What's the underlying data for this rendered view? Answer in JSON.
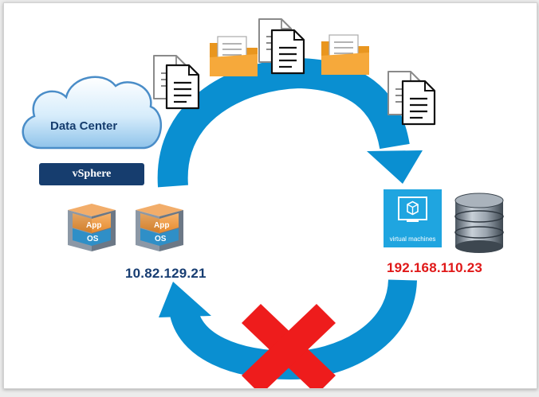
{
  "cloud": {
    "label": "Data Center"
  },
  "vsphere": {
    "label": "vSphere"
  },
  "source": {
    "ip": "10.82.129.21",
    "vm_boxes": [
      {
        "top": "App",
        "bottom": "OS"
      },
      {
        "top": "App",
        "bottom": "OS"
      }
    ]
  },
  "destination": {
    "ip": "192.168.110.23",
    "tile_label": "virtual machines"
  },
  "colors": {
    "arrow": "#0a8fd1",
    "folder": "#f6a93b",
    "ip_left": "#173d72",
    "ip_right": "#e01818",
    "cross": "#ee1c1c",
    "vm_tile": "#1fa5e0",
    "vsphere_bar": "#163d6e"
  },
  "icons": [
    "cloud-icon",
    "vm-box-icon",
    "document-icon",
    "folder-icon",
    "database-icon",
    "cube-icon",
    "cross-icon"
  ]
}
